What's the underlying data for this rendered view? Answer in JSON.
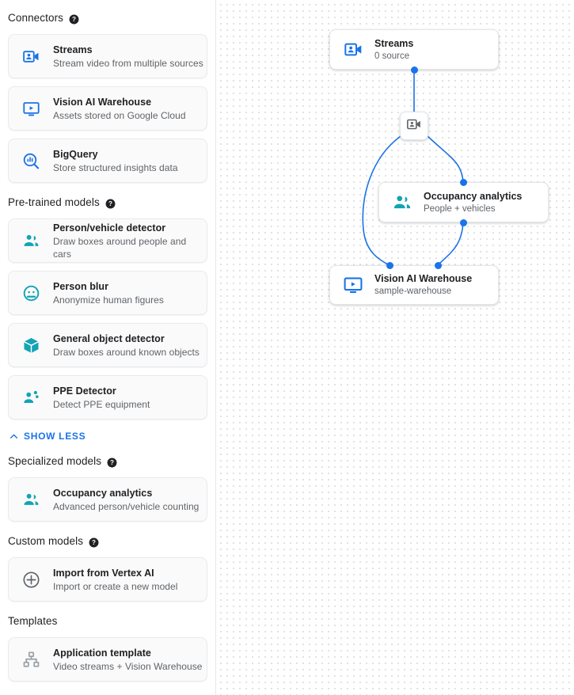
{
  "sidebar": {
    "sections": [
      {
        "title": "Connectors",
        "help": "help-icon",
        "items": [
          {
            "title": "Streams",
            "sub": "Stream video from multiple sources",
            "icon": "video-camera-person-icon",
            "color": "#1a73e8"
          },
          {
            "title": "Vision AI Warehouse",
            "sub": "Assets stored on Google Cloud",
            "icon": "monitor-play-icon",
            "color": "#1a73e8"
          },
          {
            "title": "BigQuery",
            "sub": "Store structured insights data",
            "icon": "bigquery-magnifier-icon",
            "color": "#1a73e8"
          }
        ]
      },
      {
        "title": "Pre-trained models",
        "help": "help-icon",
        "items": [
          {
            "title": "Person/vehicle detector",
            "sub": "Draw boxes around people and cars",
            "icon": "people-group-icon",
            "color": "#12a4b4"
          },
          {
            "title": "Person blur",
            "sub": "Anonymize human figures",
            "icon": "face-blur-icon",
            "color": "#12a4b4"
          },
          {
            "title": "General object detector",
            "sub": "Draw boxes around known objects",
            "icon": "cube-box-icon",
            "color": "#12a4b4"
          },
          {
            "title": "PPE Detector",
            "sub": "Detect PPE equipment",
            "icon": "ppe-person-gear-icon",
            "color": "#12a4b4"
          }
        ]
      },
      {
        "title": "Specialized models",
        "help": "help-icon",
        "items": [
          {
            "title": "Occupancy analytics",
            "sub": "Advanced person/vehicle counting",
            "icon": "people-group-icon",
            "color": "#12a4b4"
          }
        ]
      },
      {
        "title": "Custom models",
        "help": "help-icon",
        "items": [
          {
            "title": "Import from Vertex AI",
            "sub": "Import or create a new model",
            "icon": "plus-circle-icon",
            "color": "#5f6368"
          }
        ]
      },
      {
        "title": "Templates",
        "help": null,
        "items": [
          {
            "title": "Application template",
            "sub": "Video streams + Vision Warehouse",
            "icon": "hierarchy-icon",
            "color": "#9aa0a6"
          }
        ]
      }
    ],
    "show_less_label": "SHOW LESS",
    "show_less_icon": "chevron-up-icon"
  },
  "canvas": {
    "nodes": {
      "streams": {
        "title": "Streams",
        "sub": "0 source",
        "icon": "video-camera-person-icon"
      },
      "connector_small": {
        "icon": "video-camera-person-icon"
      },
      "occupancy": {
        "title": "Occupancy analytics",
        "sub": "People + vehicles",
        "icon": "people-group-icon"
      },
      "warehouse": {
        "title": "Vision AI Warehouse",
        "sub": "sample-warehouse",
        "icon": "monitor-play-icon"
      }
    },
    "edge_color": "#1a73e8",
    "grid_dot_color": "#dcdcdc"
  },
  "colors": {
    "accent_blue": "#1a73e8",
    "teal": "#12a4b4",
    "gray": "#5f6368",
    "text": "#202124"
  }
}
